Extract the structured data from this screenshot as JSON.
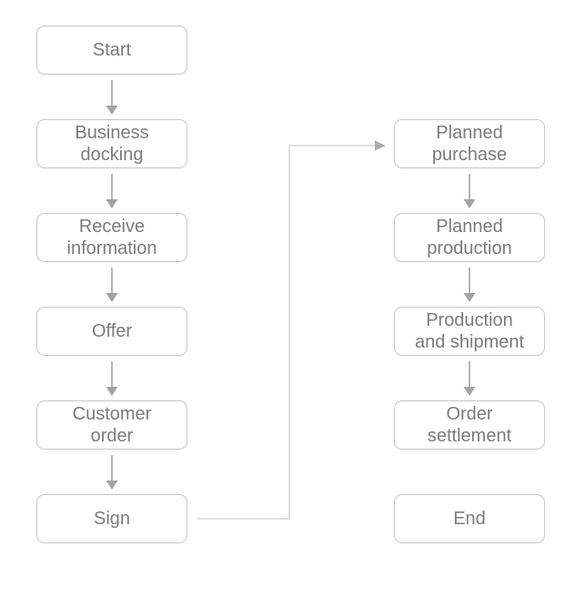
{
  "diagram": {
    "type": "flowchart",
    "left_column": [
      {
        "id": "start",
        "label": "Start"
      },
      {
        "id": "business-docking",
        "label": "Business docking"
      },
      {
        "id": "receive-information",
        "label": "Receive information"
      },
      {
        "id": "offer",
        "label": "Offer"
      },
      {
        "id": "customer-order",
        "label": "Customer order"
      },
      {
        "id": "sign",
        "label": "Sign"
      }
    ],
    "right_column": [
      {
        "id": "planned-purchase",
        "label": "Planned purchase"
      },
      {
        "id": "planned-production",
        "label": "Planned production"
      },
      {
        "id": "production-and-shipment",
        "label": "Production and shipment"
      },
      {
        "id": "order-settlement",
        "label": "Order settlement"
      },
      {
        "id": "end",
        "label": "End"
      }
    ],
    "edges": [
      {
        "from": "start",
        "to": "business-docking"
      },
      {
        "from": "business-docking",
        "to": "receive-information"
      },
      {
        "from": "receive-information",
        "to": "offer"
      },
      {
        "from": "offer",
        "to": "customer-order"
      },
      {
        "from": "customer-order",
        "to": "sign"
      },
      {
        "from": "sign",
        "to": "planned-purchase"
      },
      {
        "from": "planned-purchase",
        "to": "planned-production"
      },
      {
        "from": "planned-production",
        "to": "production-and-shipment"
      },
      {
        "from": "production-and-shipment",
        "to": "order-settlement"
      }
    ],
    "colors": {
      "box_border": "#c7c7c7",
      "box_background": "#ffffff",
      "text": "#7b7b7b",
      "arrow_line": "#b6b6b6",
      "arrow_head": "#a3a3a3",
      "connector_line": "#e0e0e0",
      "connector_head": "#ababab"
    }
  }
}
